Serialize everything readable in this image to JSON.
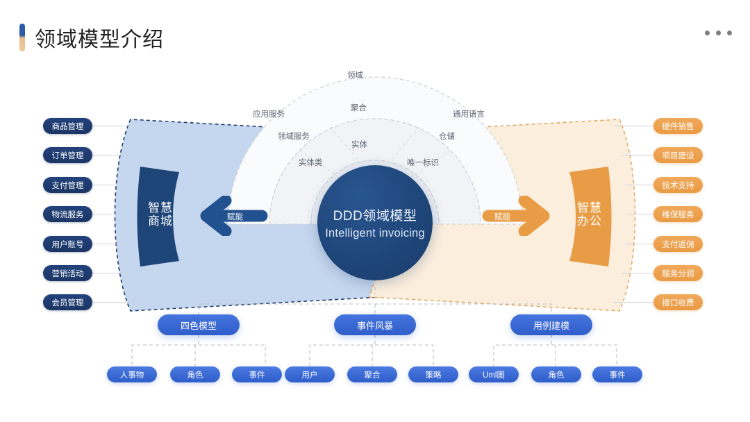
{
  "header": {
    "title": "领域模型介绍",
    "more_label": "···"
  },
  "center": {
    "title_cn": "DDD领域模型",
    "title_en": "Intelligent invoicing"
  },
  "rings": {
    "outer": [
      "应用服务",
      "领域",
      "通用语言"
    ],
    "middle": [
      "领域服务",
      "聚合",
      "仓储"
    ],
    "inner": [
      "实体类",
      "实体",
      "唯一标识"
    ]
  },
  "left_wing": {
    "brand": {
      "line1": "智慧",
      "line2": "商城"
    },
    "arrow_label": "赋能",
    "items": [
      {
        "label": "商品管理"
      },
      {
        "label": "订单管理"
      },
      {
        "label": "支付管理"
      },
      {
        "label": "物流服务"
      },
      {
        "label": "用户账号"
      },
      {
        "label": "营销活动"
      },
      {
        "label": "会员管理"
      }
    ]
  },
  "right_wing": {
    "brand": {
      "line1": "智慧",
      "line2": "办公"
    },
    "arrow_label": "赋能",
    "items": [
      {
        "label": "硬件销售"
      },
      {
        "label": "项目建设"
      },
      {
        "label": "技术支持"
      },
      {
        "label": "维保服务"
      },
      {
        "label": "支付返佣"
      },
      {
        "label": "服务分润"
      },
      {
        "label": "接口收费"
      }
    ]
  },
  "bottom_groups": [
    {
      "title": "四色模型",
      "children": [
        "人事物",
        "角色",
        "事件"
      ]
    },
    {
      "title": "事件风暴",
      "children": [
        "用户",
        "聚合",
        "策略"
      ]
    },
    {
      "title": "用例建模",
      "children": [
        "Uml图",
        "角色",
        "事件"
      ]
    }
  ],
  "colors": {
    "brand_blue": "#1e4578",
    "light_blue": "#c5d7ee",
    "accent_orange": "#e89c45",
    "light_orange": "#fbeedd",
    "pill_blue": "#2f5ecb"
  }
}
